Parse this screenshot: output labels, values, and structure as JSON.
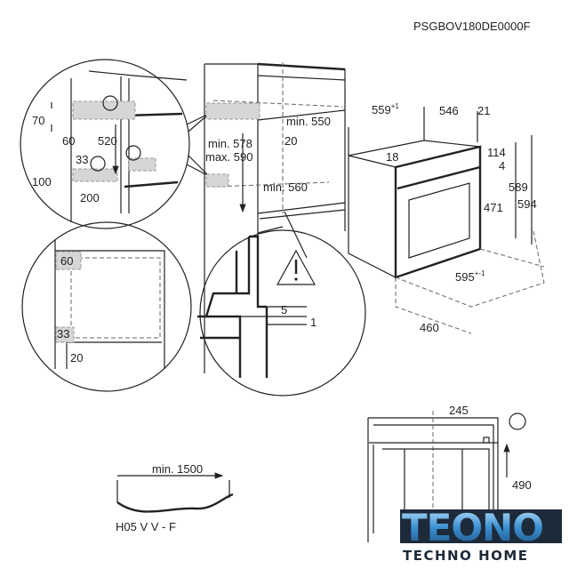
{
  "model_code": "PSGBOV180DE0000F",
  "detail_wall_socket": {
    "d1": "70",
    "d2": "60",
    "d3": "520",
    "d4": "33",
    "d5": "100",
    "d6": "200"
  },
  "cabinet": {
    "depth": "min. 550",
    "gap": "20",
    "height_min": "min. 578",
    "height_max": "max. 590",
    "width": "min. 560"
  },
  "oven": {
    "depth_body": "559",
    "depth_body_tol": "+1",
    "depth_total": "546",
    "door": "21",
    "top_gap": "18",
    "panel": "114",
    "door_gap": "4",
    "height_body": "589",
    "height_total": "594",
    "door_height": "471",
    "width": "595",
    "width_tol": "+-1",
    "cutout_depth": "460"
  },
  "detail_side_view": {
    "top": "60",
    "bottom": "33",
    "offset": "20"
  },
  "detail_edge": {
    "gap1": "5",
    "gap2": "1"
  },
  "cable": {
    "length": "min. 1500",
    "type": "H05 V V - F"
  },
  "rear_view": {
    "socket_offset": "245",
    "socket_height": "490"
  },
  "logo": {
    "name": "TEONO",
    "tagline": "TECHNO HOME"
  },
  "colors": {
    "line": "#222222",
    "shade": "#d6d6d6",
    "logo_dark": "#1d2a3a",
    "logo_blue": "#3a8fd0"
  }
}
